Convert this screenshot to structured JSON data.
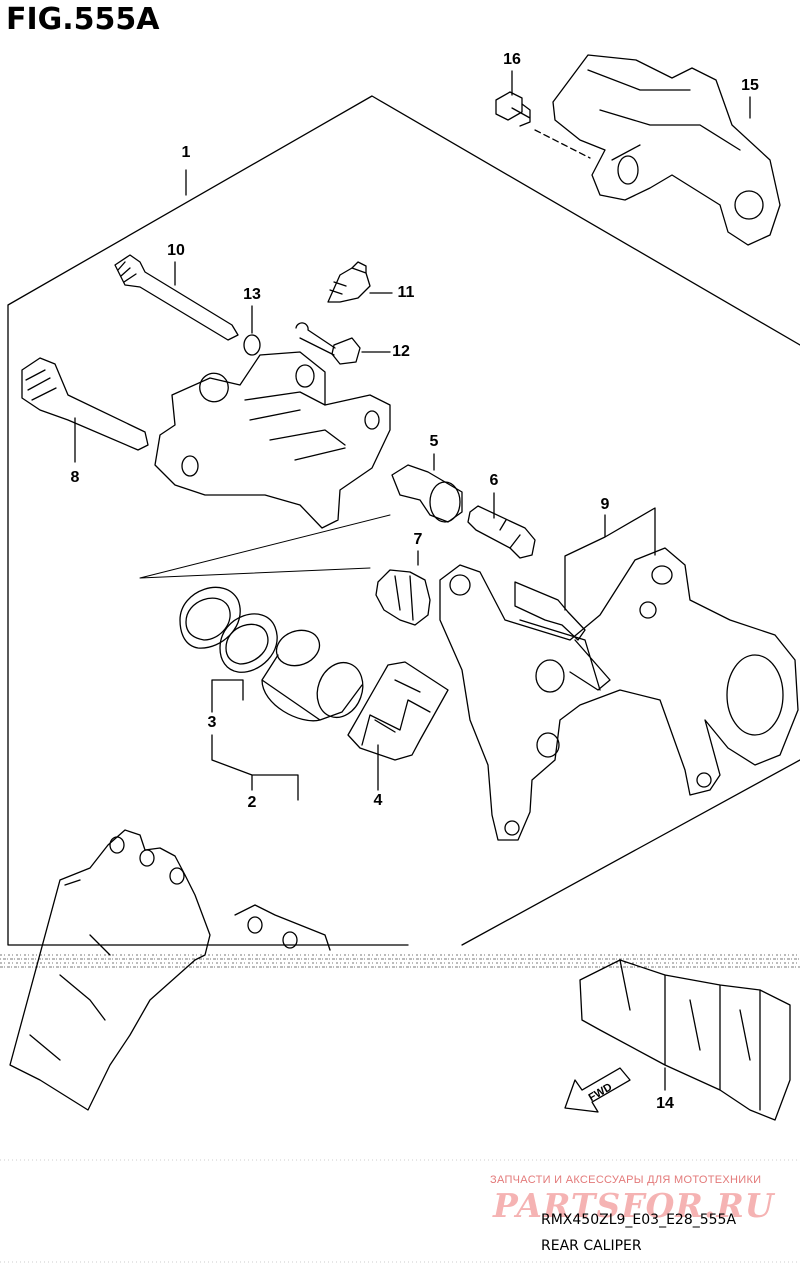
{
  "figure": {
    "title": "FIG.555A",
    "code": "RMX450ZL9_E03_E28_555A",
    "caption": "REAR CALIPER"
  },
  "watermark": {
    "tagline": "ЗАПЧАСТИ И АКСЕССУАРЫ ДЛЯ МОТОТЕХНИКИ",
    "logo": "PARTSFOR.RU"
  },
  "callouts": {
    "c1": "1",
    "c2": "2",
    "c3": "3",
    "c4": "4",
    "c5": "5",
    "c6": "6",
    "c7": "7",
    "c8": "8",
    "c9": "9",
    "c10": "10",
    "c11": "11",
    "c12": "12",
    "c13": "13",
    "c14": "14",
    "c15": "15",
    "c16": "16"
  },
  "fwd_label": "FWD",
  "colors": {
    "line": "#000000",
    "background": "#ffffff",
    "watermark": "#f29a9a"
  }
}
